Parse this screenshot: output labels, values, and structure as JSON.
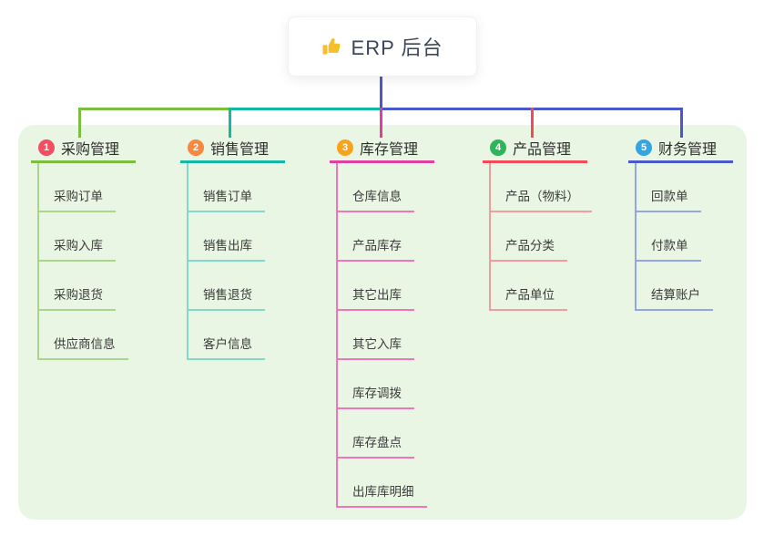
{
  "root": {
    "title": "ERP 后台",
    "icon": "thumbs-up-icon",
    "icon_color": "#f5bf2b",
    "text_color": "#3d4757"
  },
  "panel": {
    "background": "#e9f6e4"
  },
  "connectors": {
    "root_drop_color": "#4a58cc",
    "top_left_segment_color": "#7cbf40",
    "top_mid_segment_color": "#13b9a3",
    "top_right_segment_color": "#4a58cc"
  },
  "branches": [
    {
      "index": "1",
      "title": "采购管理",
      "badge_color": "#f25062",
      "line_color": "#7cbf40",
      "child_line_color": "#a9d68c",
      "children": [
        "采购订单",
        "采购入库",
        "采购退货",
        "供应商信息"
      ]
    },
    {
      "index": "2",
      "title": "销售管理",
      "badge_color": "#f8873f",
      "line_color": "#13b9a3",
      "child_line_color": "#82d9cb",
      "children": [
        "销售订单",
        "销售出库",
        "销售退货",
        "客户信息"
      ]
    },
    {
      "index": "3",
      "title": "库存管理",
      "badge_color": "#f6a41e",
      "line_color": "#df3f9e",
      "child_line_color": "#f075ba",
      "children": [
        "仓库信息",
        "产品库存",
        "其它出库",
        "其它入库",
        "库存调拨",
        "库存盘点",
        "出库库明细"
      ]
    },
    {
      "index": "4",
      "title": "产品管理",
      "badge_color": "#2fb45a",
      "line_color": "#f2495b",
      "child_line_color": "#f59aa0",
      "children": [
        "产品（物料）",
        "产品分类",
        "产品单位"
      ]
    },
    {
      "index": "5",
      "title": "财务管理",
      "badge_color": "#34a5e0",
      "line_color": "#4a58cc",
      "child_line_color": "#94a5e2",
      "children": [
        "回款单",
        "付款单",
        "结算账户"
      ]
    }
  ]
}
